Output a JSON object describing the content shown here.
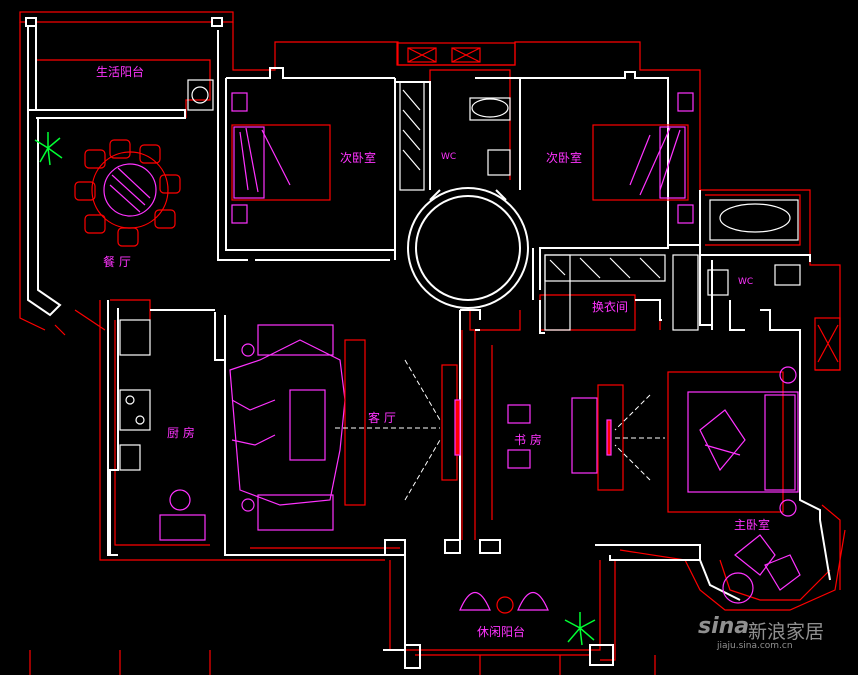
{
  "rooms": {
    "life_balcony": "生活阳台",
    "dining": "餐 厅",
    "bedroom_2a": "次卧室",
    "bedroom_2b": "次卧室",
    "wc_1": "WC",
    "wc_2": "WC",
    "walk_in_closet": "换衣间",
    "kitchen": "厨 房",
    "living": "客 厅",
    "study": "书 房",
    "master_bedroom": "主卧室",
    "leisure_balcony": "休闲阳台"
  },
  "watermark": {
    "brand": "sina",
    "name": "新浪家居",
    "url": "jiaju.sina.com.cn"
  },
  "colors": {
    "background": "#000000",
    "wall": "#ffffff",
    "outline": "#ff0000",
    "furniture": "#ff33ff",
    "plant": "#00ff33",
    "label": "#ff33ff"
  }
}
